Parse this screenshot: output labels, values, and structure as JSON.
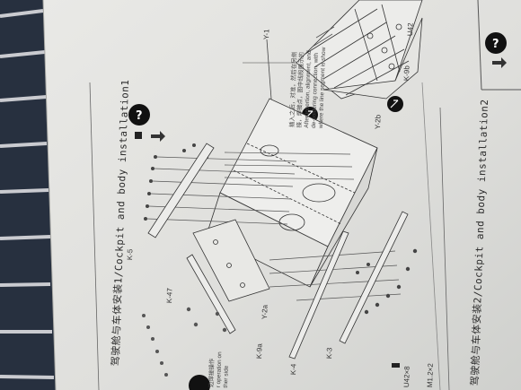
{
  "instruction_sheet": {
    "section1_title": "驾驶舱与车体安装1/Cockpit and body installation1",
    "section2_title": "驾驶舱与车体安装2/Cockpit and body installation2",
    "note_top": [
      "插入之后，对准，然后在另侧",
      "接，焊接点，图中线段展示的",
      "After insertion, alignment, and",
      "de-soldering connection, with",
      "where the line segment is show"
    ],
    "note_left": [
      "边焊接操作",
      "r operation on",
      "ther side"
    ],
    "part_labels": {
      "y1": "Y-1",
      "u42_top": "U42",
      "k9b": "K-9b",
      "y2b": "Y-2b",
      "k5": "K-5",
      "k47": "K-47",
      "y2a": "Y-2a",
      "k9a": "K-9a",
      "k4": "K-4",
      "k3": "K-3"
    },
    "hardware": {
      "u42x8": "U42×8",
      "m12x2": "M1.2×2"
    },
    "help_icon": "question-mark-icon",
    "flip_icon": "rotate-arrow-icon"
  }
}
